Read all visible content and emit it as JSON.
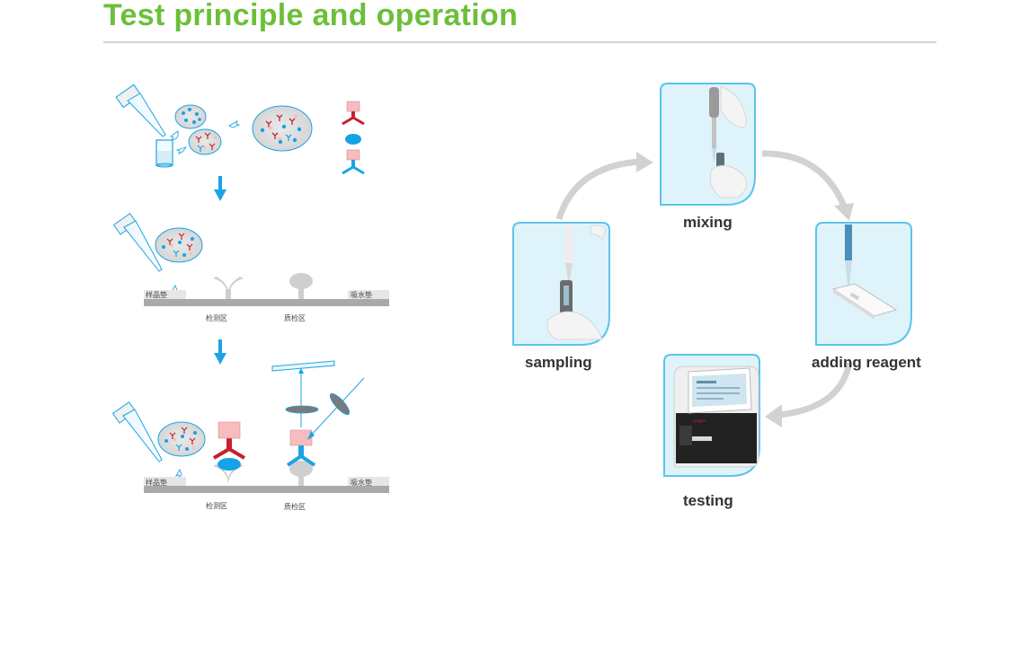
{
  "header": {
    "title": "Test principle and operation"
  },
  "principle": {
    "sample_pad_label": "样品垫",
    "absorbent_pad_label": "吸水垫",
    "detection_zone_label": "检测区",
    "control_zone_label": "质检区"
  },
  "operation": {
    "steps": [
      "sampling",
      "mixing",
      "adding reagent",
      "testing"
    ],
    "device_brand": "Hotgen"
  },
  "colors": {
    "title_green": "#6cbf3a",
    "frame_blue": "#5bc4ec",
    "panel_fill": "#dff3fb",
    "arrow_gray": "#d2d2d2",
    "flow_blue": "#1aa4e4",
    "antibody_red": "#c81e2e",
    "label_pink": "#f6bcc0",
    "particle_blue": "#15a3e6"
  },
  "icons": [
    "pipette-icon",
    "test-tube-icon",
    "antibody-icon",
    "down-arrow-icon",
    "curved-arrow-icon",
    "analyzer-device-icon"
  ]
}
